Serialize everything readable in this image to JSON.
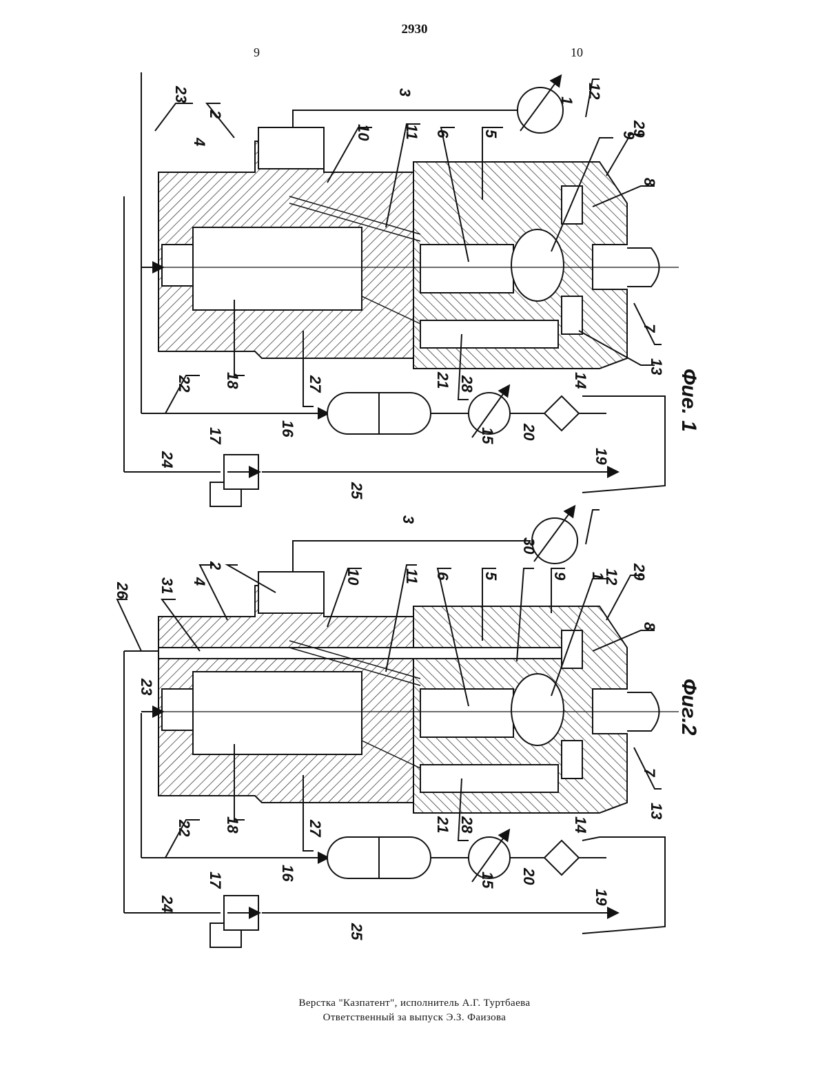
{
  "page": {
    "number": "2930",
    "column_left": "9",
    "column_right": "10"
  },
  "figure1": {
    "caption": "Фие. 1",
    "labels": [
      "1",
      "2",
      "3",
      "4",
      "5",
      "6",
      "7",
      "8",
      "9",
      "10",
      "11",
      "12",
      "13",
      "14",
      "15",
      "16",
      "17",
      "18",
      "19",
      "20",
      "21",
      "22",
      "23",
      "24",
      "25",
      "27",
      "28",
      "29"
    ]
  },
  "figure2": {
    "caption": "Фиг.2",
    "labels": [
      "1",
      "2",
      "3",
      "4",
      "5",
      "6",
      "7",
      "8",
      "9",
      "10",
      "11",
      "12",
      "13",
      "14",
      "15",
      "16",
      "17",
      "18",
      "19",
      "20",
      "21",
      "22",
      "23",
      "24",
      "25",
      "26",
      "27",
      "28",
      "29",
      "30",
      "31"
    ]
  },
  "footer": {
    "line1": "Верстка \"Казпатент\", исполнитель   А.Г. Туртбаева",
    "line2": "Ответственный  за  выпуск  Э.З. Фаизова"
  }
}
